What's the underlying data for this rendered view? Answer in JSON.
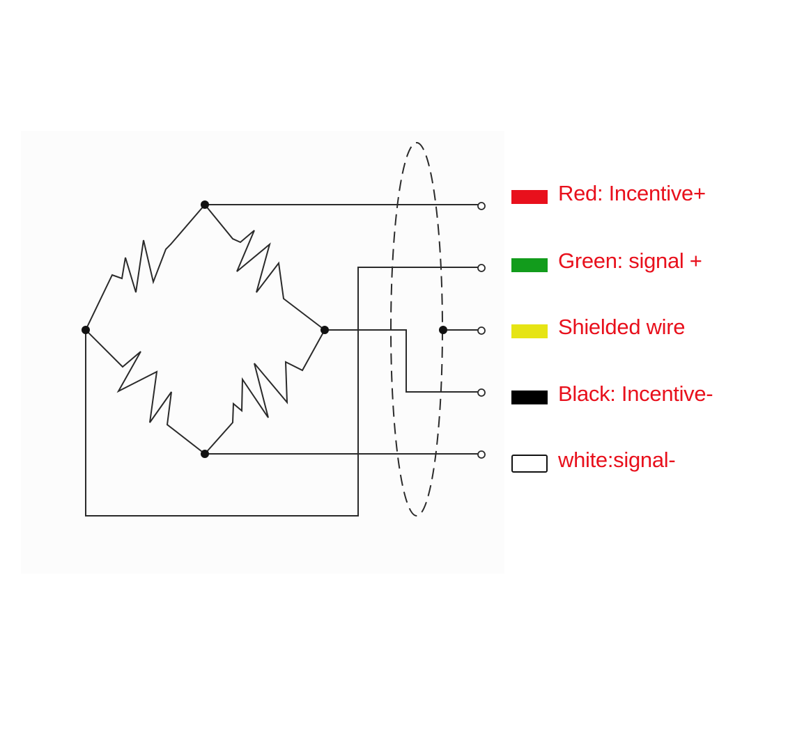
{
  "legend": [
    {
      "label": "Red: Incentive+",
      "swatch_color": "#e8101c",
      "outline": false
    },
    {
      "label": "Green: signal +",
      "swatch_color": "#129c1c",
      "outline": false
    },
    {
      "label": "Shielded wire",
      "swatch_color": "#e6e414",
      "outline": false
    },
    {
      "label": "Black: Incentive-",
      "swatch_color": "#000000",
      "outline": false
    },
    {
      "label": "white:signal-",
      "swatch_color": "#ffffff",
      "outline": true
    }
  ],
  "colors": {
    "wire": "#2a2a2a",
    "text": "#e8101c",
    "background": "#ffffff"
  }
}
